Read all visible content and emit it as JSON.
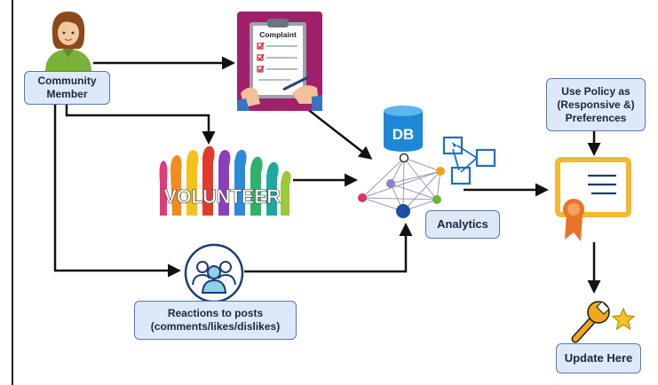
{
  "nodes": {
    "community_member": "Community\nMember",
    "complaint_title": "Complaint",
    "volunteer_text": "VOLUNTEER",
    "db_label": "DB",
    "analytics": "Analytics",
    "reactions": "Reactions to posts\n(comments/likes/dislikes)",
    "policy": "Use Policy as\n(Responsive &)\nPreferences",
    "update": "Update Here"
  },
  "colors": {
    "box_fill": "#dde9f8",
    "box_border": "#5a78a8",
    "arrow": "#111111",
    "db_blue": "#1e88d6",
    "certificate_gold": "#f5b82e",
    "seal_orange": "#e8742a",
    "clipboard_magenta": "#a0206a",
    "wrench_gold": "#f2a81d"
  }
}
